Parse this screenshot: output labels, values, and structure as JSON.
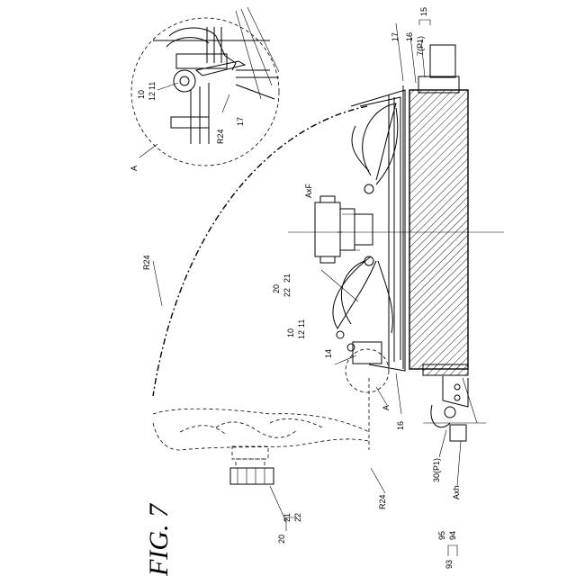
{
  "figure": {
    "title": "FIG. 7"
  },
  "labels": {
    "l15": "15",
    "l17a": "17",
    "l16a": "16",
    "l7p1": "7(P1)",
    "l10a": "10",
    "l12a": "12",
    "l11a": "11",
    "lR24a": "R24",
    "l17b": "17",
    "lA1": "A",
    "lAxF": "AxF",
    "lR24b": "R24",
    "l20a": "20",
    "l22a": "22",
    "l21a": "21",
    "l10b": "10",
    "l12b": "12",
    "l11b": "11",
    "l14": "14",
    "lA2": "A",
    "l16b": "16",
    "lR24c": "R24",
    "l30p1": "30(P1)",
    "lAxh": "Axh",
    "l95": "95",
    "l94": "94",
    "l93": "93",
    "l21b": "21",
    "l22b": "22",
    "l20b": "20"
  }
}
